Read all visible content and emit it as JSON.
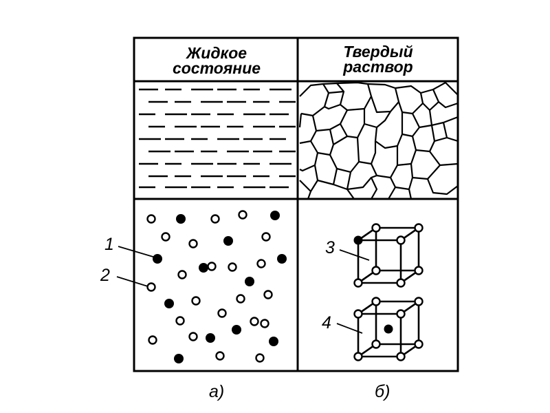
{
  "headers": {
    "liquid": [
      "Жидкое",
      "состояние"
    ],
    "solid": [
      "Твердый",
      "раствор"
    ]
  },
  "labels": {
    "one": "1",
    "two": "2",
    "three": "3",
    "four": "4"
  },
  "captions": {
    "a": "а)",
    "b": "б)"
  }
}
